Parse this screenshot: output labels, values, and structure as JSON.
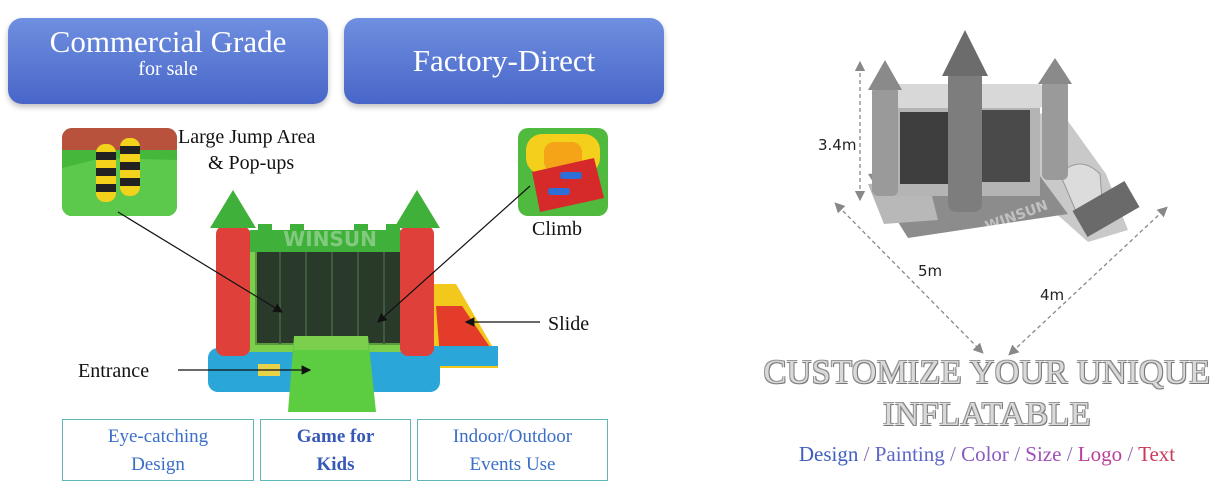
{
  "badges": {
    "commercial_main": "Commercial Grade",
    "commercial_sub": "for sale",
    "factory": "Factory-Direct"
  },
  "callouts": {
    "jump_line1": "Large Jump Area",
    "jump_line2": "& Pop-ups",
    "climb": "Climb",
    "slide": "Slide",
    "entrance": "Entrance"
  },
  "watermark": "WINSUN",
  "features": [
    {
      "line1": "Eye-catching",
      "line2": "Design"
    },
    {
      "line1": "Game for",
      "line2": "Kids"
    },
    {
      "line1": "Indoor/Outdoor",
      "line2": "Events Use"
    }
  ],
  "dimensions": {
    "height": "3.4m",
    "width": "5m",
    "depth": "4m"
  },
  "customize": {
    "line1": "CUSTOMIZE YOUR UNIQUE",
    "line2": "INFLATABLE"
  },
  "options": [
    {
      "label": "Design",
      "color": "#3f5fc0"
    },
    {
      "label": "Painting",
      "color": "#5e66c8"
    },
    {
      "label": "Color",
      "color": "#8a5ac0"
    },
    {
      "label": "Size",
      "color": "#a04fb8"
    },
    {
      "label": "Logo",
      "color": "#b8409a"
    },
    {
      "label": "Text",
      "color": "#c83a5a"
    }
  ],
  "option_separator": "/",
  "colors": {
    "badge_blue": "#5877d4",
    "feature_border": "#5fb6b6",
    "feature_text": "#3a6ec8"
  }
}
